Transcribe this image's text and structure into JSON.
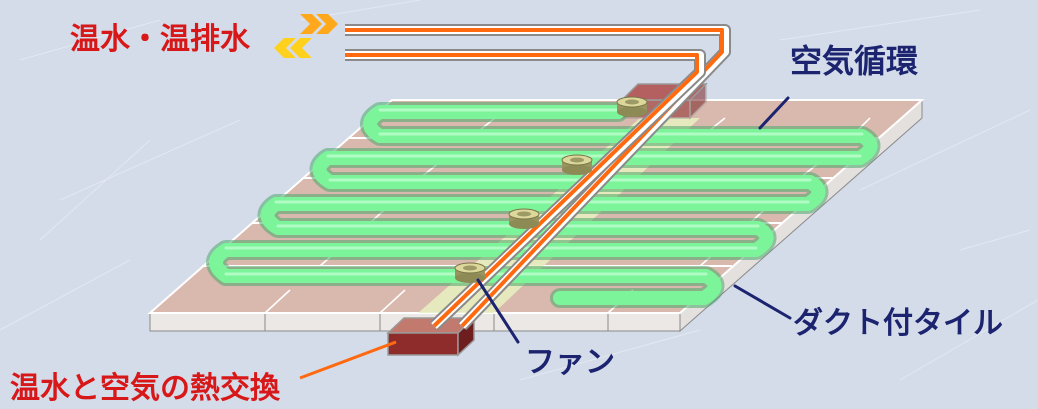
{
  "labels": {
    "hot_water": "温水・温排水",
    "air_circulation": "空気循環",
    "duct_tile": "ダクト付タイル",
    "fan": "ファン",
    "heat_exchange": "温水と空気の熱交換"
  },
  "colors": {
    "background": "#d4dcea",
    "title_red": "#d81818",
    "label_navy": "#1c2470",
    "pipe_orange": "#ff6a10",
    "air_green": "#7cf59a",
    "tile": "#d9b8ae",
    "tile_edge": "#ffffff",
    "center_strip": "#e8f0c0",
    "exchanger": "#8e2c2c",
    "fan_metal": "#c9c48a"
  },
  "icons": {
    "inflow_arrows": "double-chevron-right-icon",
    "outflow_arrows": "double-chevron-left-icon"
  }
}
